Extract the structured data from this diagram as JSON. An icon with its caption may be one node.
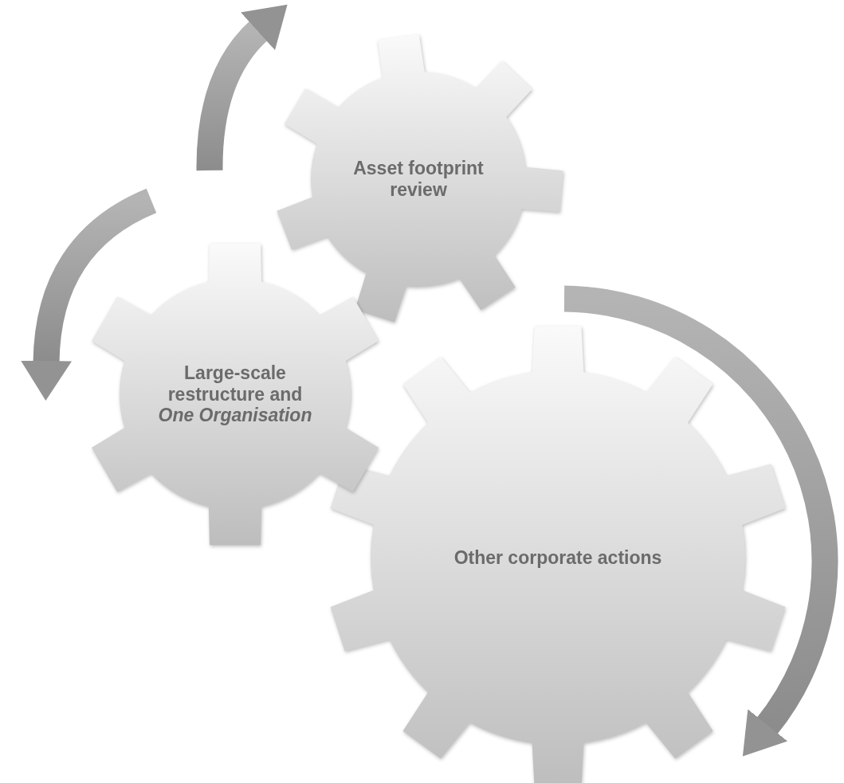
{
  "diagram": {
    "nodes": [
      {
        "text": [
          "Asset footprint review"
        ]
      },
      {
        "text": [
          "Large-scale restructure and *One Organisation*"
        ]
      },
      {
        "text": [
          "Other corporate actions"
        ]
      }
    ]
  }
}
